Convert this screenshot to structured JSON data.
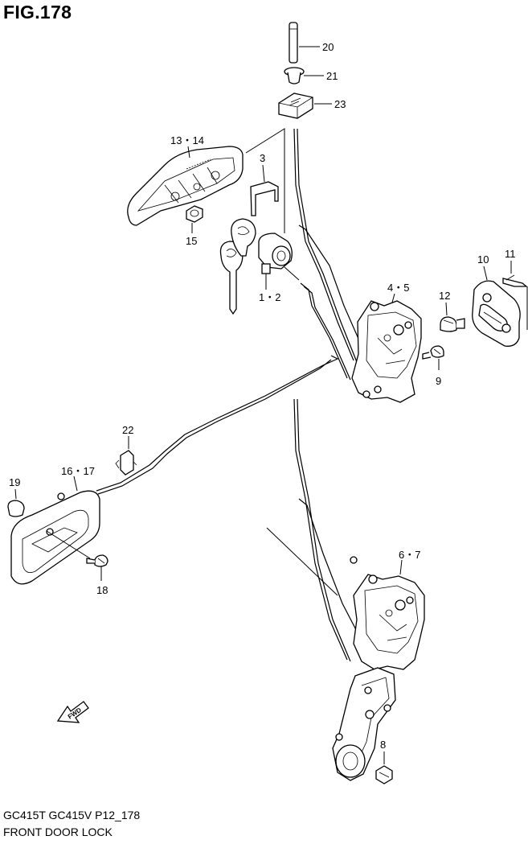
{
  "figure": {
    "title": "FIG.178",
    "model_line": "GC415T GC415V P12_178",
    "caption": "FRONT DOOR LOCK"
  },
  "callouts": {
    "p20": "20",
    "p21": "21",
    "p23": "23",
    "p13_14": "13・14",
    "p3": "3",
    "p15": "15",
    "p1_2": "1・2",
    "p4_5": "4・5",
    "p10": "10",
    "p11": "11",
    "p12": "12",
    "p9": "9",
    "p22": "22",
    "p16_17": "16・17",
    "p19": "19",
    "p18": "18",
    "p6_7": "6・7",
    "p8": "8"
  },
  "direction_marker": "FWD",
  "colors": {
    "line": "#000000",
    "background": "#ffffff"
  }
}
